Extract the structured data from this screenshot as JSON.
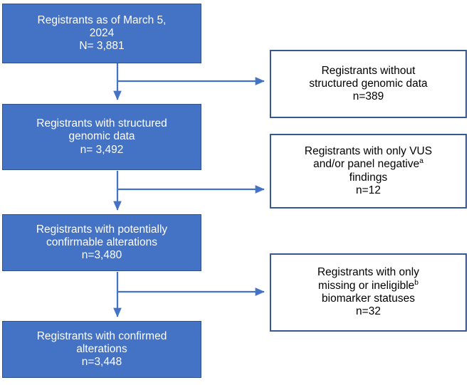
{
  "figure": {
    "type": "flowchart",
    "orientation": "vertical-with-right-exclusions",
    "colors": {
      "primary_box_fill": "#4472C4",
      "primary_box_border": "#2F528F",
      "primary_box_text": "#FFFFFF",
      "exclusion_box_fill": "#FFFFFF",
      "exclusion_box_border": "#3A5795",
      "exclusion_box_text": "#000000",
      "connector": "#4472C4"
    }
  },
  "flow": {
    "main_nodes": [
      {
        "id": "registrants-total",
        "lines": [
          "Registrants as of March 5,",
          "2024",
          "N= 3,881"
        ],
        "count_label": "N= 3,881",
        "count": 3881
      },
      {
        "id": "registrants-structured-genomic",
        "lines": [
          "Registrants with structured",
          "genomic data",
          "n= 3,492"
        ],
        "count_label": "n= 3,492",
        "count": 3492
      },
      {
        "id": "registrants-potentially-confirmable",
        "lines": [
          "Registrants with potentially",
          "confirmable alterations",
          "n=3,480"
        ],
        "count_label": "n=3,480",
        "count": 3480
      },
      {
        "id": "registrants-confirmed-alterations",
        "lines": [
          "Registrants with confirmed",
          "alterations",
          "n=3,448"
        ],
        "count_label": "n=3,448",
        "count": 3448
      }
    ],
    "exclusion_nodes": [
      {
        "id": "excluded-no-structured-genomic",
        "lines": [
          "Registrants without",
          "structured genomic data",
          "n=389"
        ],
        "count_label": "n=389",
        "count": 389,
        "footnote_marker": ""
      },
      {
        "id": "excluded-vus-panel-negative",
        "lines": [
          "Registrants with only VUS",
          "and/or panel negative",
          "findings",
          "n=12"
        ],
        "count_label": "n=12",
        "count": 12,
        "footnote_marker": "a",
        "footnote_on_line": 1
      },
      {
        "id": "excluded-missing-ineligible-biomarker",
        "lines": [
          "Registrants with only",
          "missing or ineligible",
          "biomarker statuses",
          "n=32"
        ],
        "count_label": "n=32",
        "count": 32,
        "footnote_marker": "b",
        "footnote_on_line": 1
      }
    ]
  }
}
